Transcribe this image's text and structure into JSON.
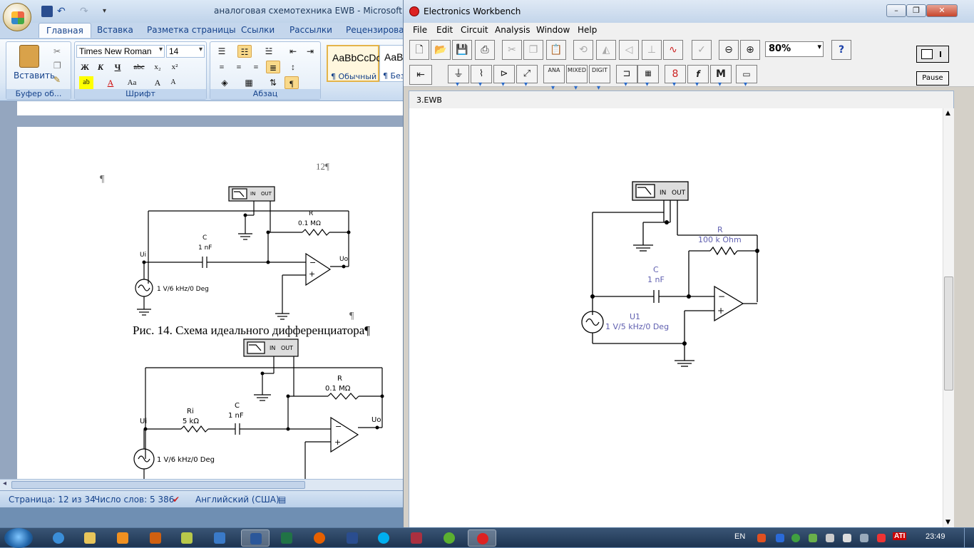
{
  "word": {
    "title": "аналоговая схемотехника EWB - Microsoft Word",
    "tabs": [
      "Главная",
      "Вставка",
      "Разметка страницы",
      "Ссылки",
      "Рассылки",
      "Рецензирование"
    ],
    "ribbon": {
      "paste_label": "Вставить",
      "clipboard_group": "Буфер об...",
      "font_name": "Times New Roman",
      "font_size": "14",
      "font_group": "Шрифт",
      "paragraph_group": "Абзац",
      "style_normal_preview": "AaBbCcDc",
      "style_normal_name": "¶ Обычный",
      "style_nospacing_preview": "AaBbC",
      "style_nospacing_name": "¶ Без"
    },
    "doc": {
      "page_number": "12¶",
      "para_mark": "¶",
      "caption": "Рис. 14. Схема идеального дифференциатора¶",
      "fig1": {
        "r_label": "R",
        "r_value": "0.1 MΩ",
        "c_label": "C",
        "c_value": "1 nF",
        "ui": "Ui",
        "uo": "Uo",
        "source": "1 V/6 kHz/0 Deg",
        "plotter_in": "IN",
        "plotter_out": "OUT"
      },
      "fig2": {
        "r_label": "R",
        "r_value": "0.1 MΩ",
        "ri_label": "Ri",
        "ri_value": "5 kΩ",
        "c_label": "C",
        "c_value": "1 nF",
        "ui": "Ui",
        "uo": "Uo",
        "source": "1 V/6 kHz/0 Deg",
        "plotter_in": "IN",
        "plotter_out": "OUT"
      }
    },
    "status": {
      "page": "Страница: 12 из 34",
      "words": "Число слов: 5 386",
      "language": "Английский (США)"
    }
  },
  "ewb": {
    "title": "Electronics Workbench",
    "menu": [
      "File",
      "Edit",
      "Circuit",
      "Analysis",
      "Window",
      "Help"
    ],
    "zoom": "80%",
    "help_glyph": "?",
    "pause_label": "Pause",
    "bins": [
      "ANA",
      "MIXED",
      "DIGIT"
    ],
    "meter_glyph": "M",
    "doc_title": "3.EWB",
    "circuit": {
      "r_label": "R",
      "r_value": "100 k Ohm",
      "c_label": "C",
      "c_value": "1 nF",
      "source_label": "U1",
      "source_value": "1 V/5 kHz/0 Deg",
      "plotter_in": "IN",
      "plotter_out": "OUT"
    }
  },
  "taskbar": {
    "language": "EN",
    "time": "23:49",
    "ati": "ATI"
  }
}
